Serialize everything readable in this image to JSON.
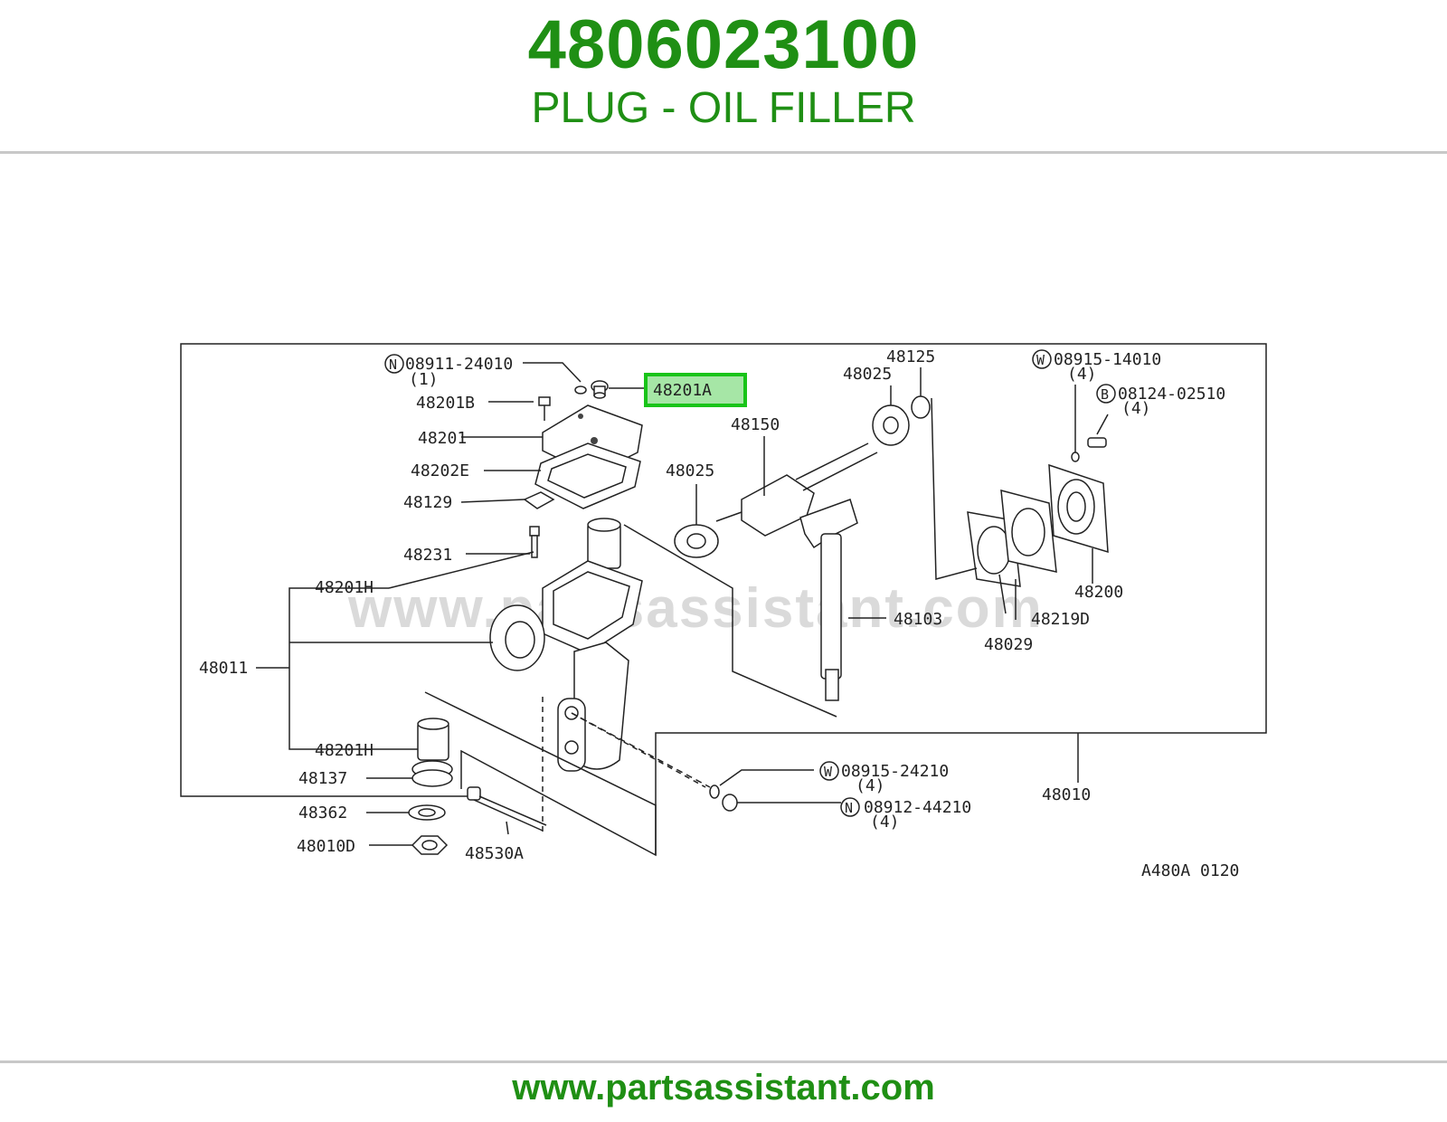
{
  "header": {
    "part_number": "4806023100",
    "part_name": "PLUG - OIL FILLER"
  },
  "footer": {
    "url": "www.partsassistant.com"
  },
  "watermark": "www.partsassistant.com",
  "colors": {
    "brand_green": "#1f8f14",
    "highlight_fill": "#a6e6a6",
    "highlight_border": "#19c419"
  },
  "diagram": {
    "highlighted": "48201A",
    "callouts": {
      "c08911_24010": "08911-24010",
      "c08911_qty": "(1)",
      "c48201B": "48201B",
      "c48201": "48201",
      "c48202E": "48202E",
      "c48129": "48129",
      "c48231": "48231",
      "c48201H_top": "48201H",
      "c48011": "48011",
      "c48201H_bot": "48201H",
      "c48137": "48137",
      "c48362": "48362",
      "c48010D": "48010D",
      "c48530A": "48530A",
      "c48025_a": "48025",
      "c48150": "48150",
      "c48025_b": "48025",
      "c48125": "48125",
      "c08915_14010": "08915-14010",
      "c08915_14010_qty": "(4)",
      "c08124_02510": "08124-02510",
      "c08124_qty": "(4)",
      "c48200": "48200",
      "c48219D": "48219D",
      "c48029": "48029",
      "c48103": "48103",
      "c08915_24210": "08915-24210",
      "c08915_24210_qty": "(4)",
      "c08912_44210": "08912-44210",
      "c08912_qty": "(4)",
      "c48010": "48010",
      "figure_code": "A480A 0120"
    },
    "symbols": {
      "N": "N",
      "W": "W",
      "B": "B"
    }
  }
}
